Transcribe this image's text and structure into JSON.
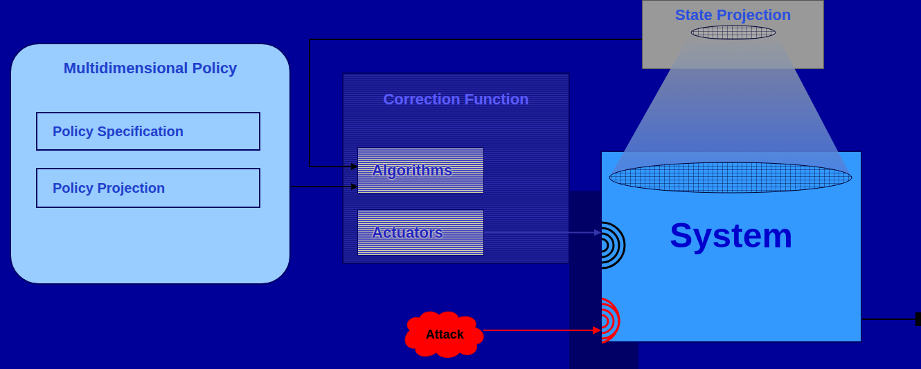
{
  "diagram": {
    "nodes": [
      {
        "text": [
          "Multidimensional Policy"
        ]
      },
      {
        "text": [
          "Policy Specification"
        ],
        "in": 0
      },
      {
        "text": [
          "Policy Projection"
        ],
        "in": 0
      },
      {
        "text": [
          "Correction Function"
        ]
      },
      {
        "text": [
          "Algorithms"
        ],
        "in": 3
      },
      {
        "text": [
          "Actuators"
        ],
        "in": 3
      },
      {
        "text": [
          "State Projection"
        ]
      },
      {
        "text": [
          "System"
        ]
      },
      {
        "text": [
          "Attack"
        ]
      }
    ],
    "edges": [
      {
        "from": 6,
        "to": 4,
        "arrow": "to"
      },
      {
        "from": 0,
        "to": 4,
        "arrow": "to"
      },
      {
        "from": 5,
        "to": 7,
        "arrow": "to"
      },
      {
        "from": 8,
        "to": 7,
        "arrow": "to"
      }
    ]
  }
}
